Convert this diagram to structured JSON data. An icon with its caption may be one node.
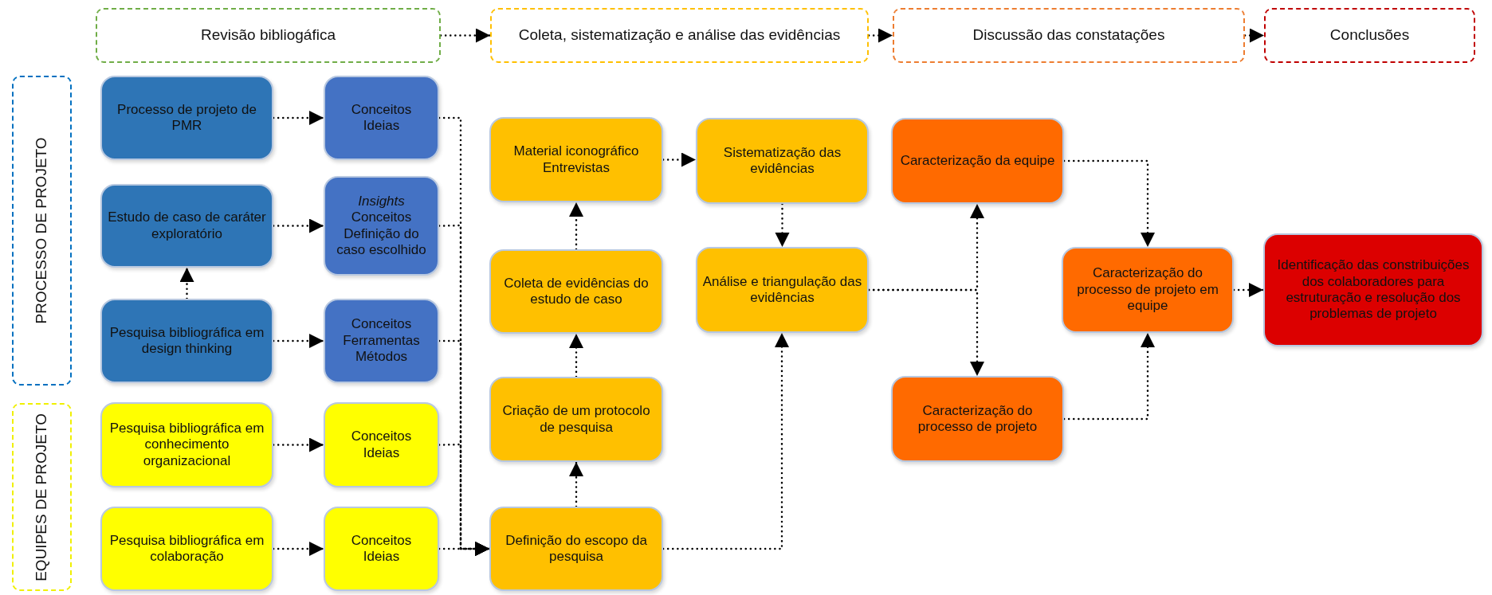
{
  "diagram": {
    "nodes": [
      {
        "text": [
          "Revisão bibliogáfica"
        ]
      },
      {
        "text": [
          "Coleta, sistematização e análise das evidências"
        ]
      },
      {
        "text": [
          "Discussão das constatações"
        ]
      },
      {
        "text": [
          "Conclusões"
        ]
      },
      {
        "text": [
          "PROCESSO DE PROJETO"
        ]
      },
      {
        "text": [
          "EQUIPES DE PROJETO"
        ]
      },
      {
        "text": [
          "Processo de projeto de PMR"
        ]
      },
      {
        "text": [
          "Conceitos",
          "Ideias"
        ]
      },
      {
        "text": [
          "Material iconográfico",
          "Entrevistas"
        ]
      },
      {
        "text": [
          "Sistematização das evidências"
        ]
      },
      {
        "text": [
          "Caracterização da equipe"
        ]
      },
      {
        "text": [
          "Estudo de caso de caráter exploratório"
        ]
      },
      {
        "text": [
          "*Insights*",
          "Conceitos",
          "Definição do caso escolhido"
        ]
      },
      {
        "text": [
          "Coleta de evidências do estudo de caso"
        ]
      },
      {
        "text": [
          "Análise e triangulação das evidências"
        ]
      },
      {
        "text": [
          "Caracterização do processo de projeto em equipe"
        ]
      },
      {
        "text": [
          "Identificação das constribuições dos colaboradores para estruturação e resolução dos problemas de projeto"
        ]
      },
      {
        "text": [
          "Pesquisa bibliográfica em design thinking"
        ]
      },
      {
        "text": [
          "Conceitos",
          "Ferramentas",
          "Métodos"
        ]
      },
      {
        "text": [
          "Criação de um protocolo de pesquisa"
        ]
      },
      {
        "text": [
          "Caracterização do processo de projeto"
        ]
      },
      {
        "text": [
          "Pesquisa bibliográfica em conhecimento organizacional"
        ]
      },
      {
        "text": [
          "Conceitos",
          "Ideias"
        ]
      },
      {
        "text": [
          "Pesquisa bibliográfica em colaboração"
        ]
      },
      {
        "text": [
          "Conceitos",
          "Ideias"
        ]
      },
      {
        "text": [
          "Definição do escopo da pesquisa"
        ]
      }
    ],
    "edges": [
      {
        "from": 0,
        "to": 1,
        "arrow": "to"
      },
      {
        "from": 1,
        "to": 2,
        "arrow": "to"
      },
      {
        "from": 2,
        "to": 3,
        "arrow": "to"
      },
      {
        "from": 6,
        "to": 7,
        "arrow": "to"
      },
      {
        "from": 11,
        "to": 12,
        "arrow": "to"
      },
      {
        "from": 17,
        "to": 18,
        "arrow": "to"
      },
      {
        "from": 21,
        "to": 22,
        "arrow": "to"
      },
      {
        "from": 23,
        "to": 24,
        "arrow": "to"
      },
      {
        "from": 17,
        "to": 11,
        "arrow": "to"
      },
      {
        "from": 7,
        "to": 25,
        "arrow": "to"
      },
      {
        "from": 12,
        "to": 25,
        "arrow": "to"
      },
      {
        "from": 18,
        "to": 25,
        "arrow": "to"
      },
      {
        "from": 22,
        "to": 25,
        "arrow": "to"
      },
      {
        "from": 24,
        "to": 25,
        "arrow": "to"
      },
      {
        "from": 25,
        "to": 19,
        "arrow": "to"
      },
      {
        "from": 19,
        "to": 13,
        "arrow": "to"
      },
      {
        "from": 13,
        "to": 8,
        "arrow": "to"
      },
      {
        "from": 8,
        "to": 9,
        "arrow": "to"
      },
      {
        "from": 9,
        "to": 14,
        "arrow": "to"
      },
      {
        "from": 25,
        "to": 14,
        "arrow": "to"
      },
      {
        "from": 14,
        "to": 10,
        "arrow": "to"
      },
      {
        "from": 14,
        "to": 20,
        "arrow": "to"
      },
      {
        "from": 10,
        "to": 15,
        "arrow": "to"
      },
      {
        "from": 20,
        "to": 15,
        "arrow": "to"
      },
      {
        "from": 15,
        "to": 16,
        "arrow": "to"
      }
    ]
  }
}
